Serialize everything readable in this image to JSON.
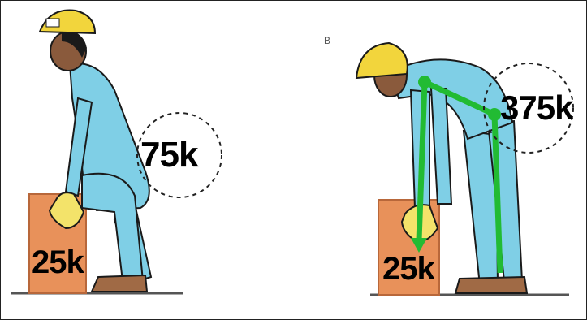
{
  "left_panel": {
    "box_weight": "25k",
    "back_load": "75k"
  },
  "right_panel": {
    "letter": "B",
    "box_weight": "25k",
    "back_load": "375k"
  },
  "colors": {
    "box": "#e8915a",
    "suit": "#7fcfe6",
    "helmet": "#f2d53c",
    "glove": "#f3e36a",
    "force_line": "#22bb33",
    "floor": "#555555"
  }
}
